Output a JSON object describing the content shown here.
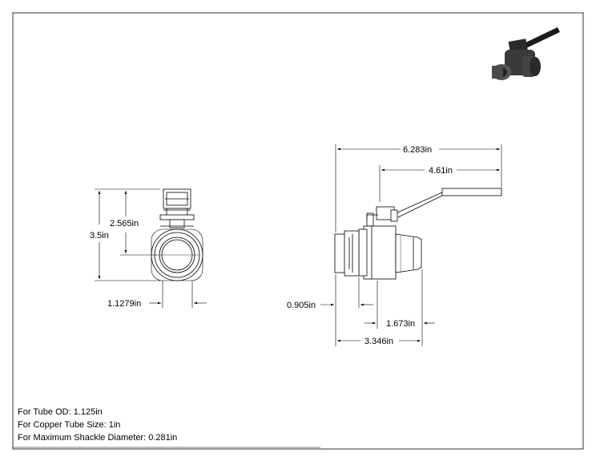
{
  "dimensions": {
    "front_height_total": "3.5in",
    "front_height_center": "2.565in",
    "front_width": "1.1279in",
    "side_length_overall": "6.283in",
    "side_handle_length": "4.61in",
    "side_end_offset": "0.905in",
    "side_center_to_end": "1.673in",
    "side_body_length": "3.346in"
  },
  "notes": [
    "For Tube OD: 1.125in",
    "For Copper Tube Size: 1in",
    "For Maximum Shackle Diameter: 0.281in"
  ]
}
